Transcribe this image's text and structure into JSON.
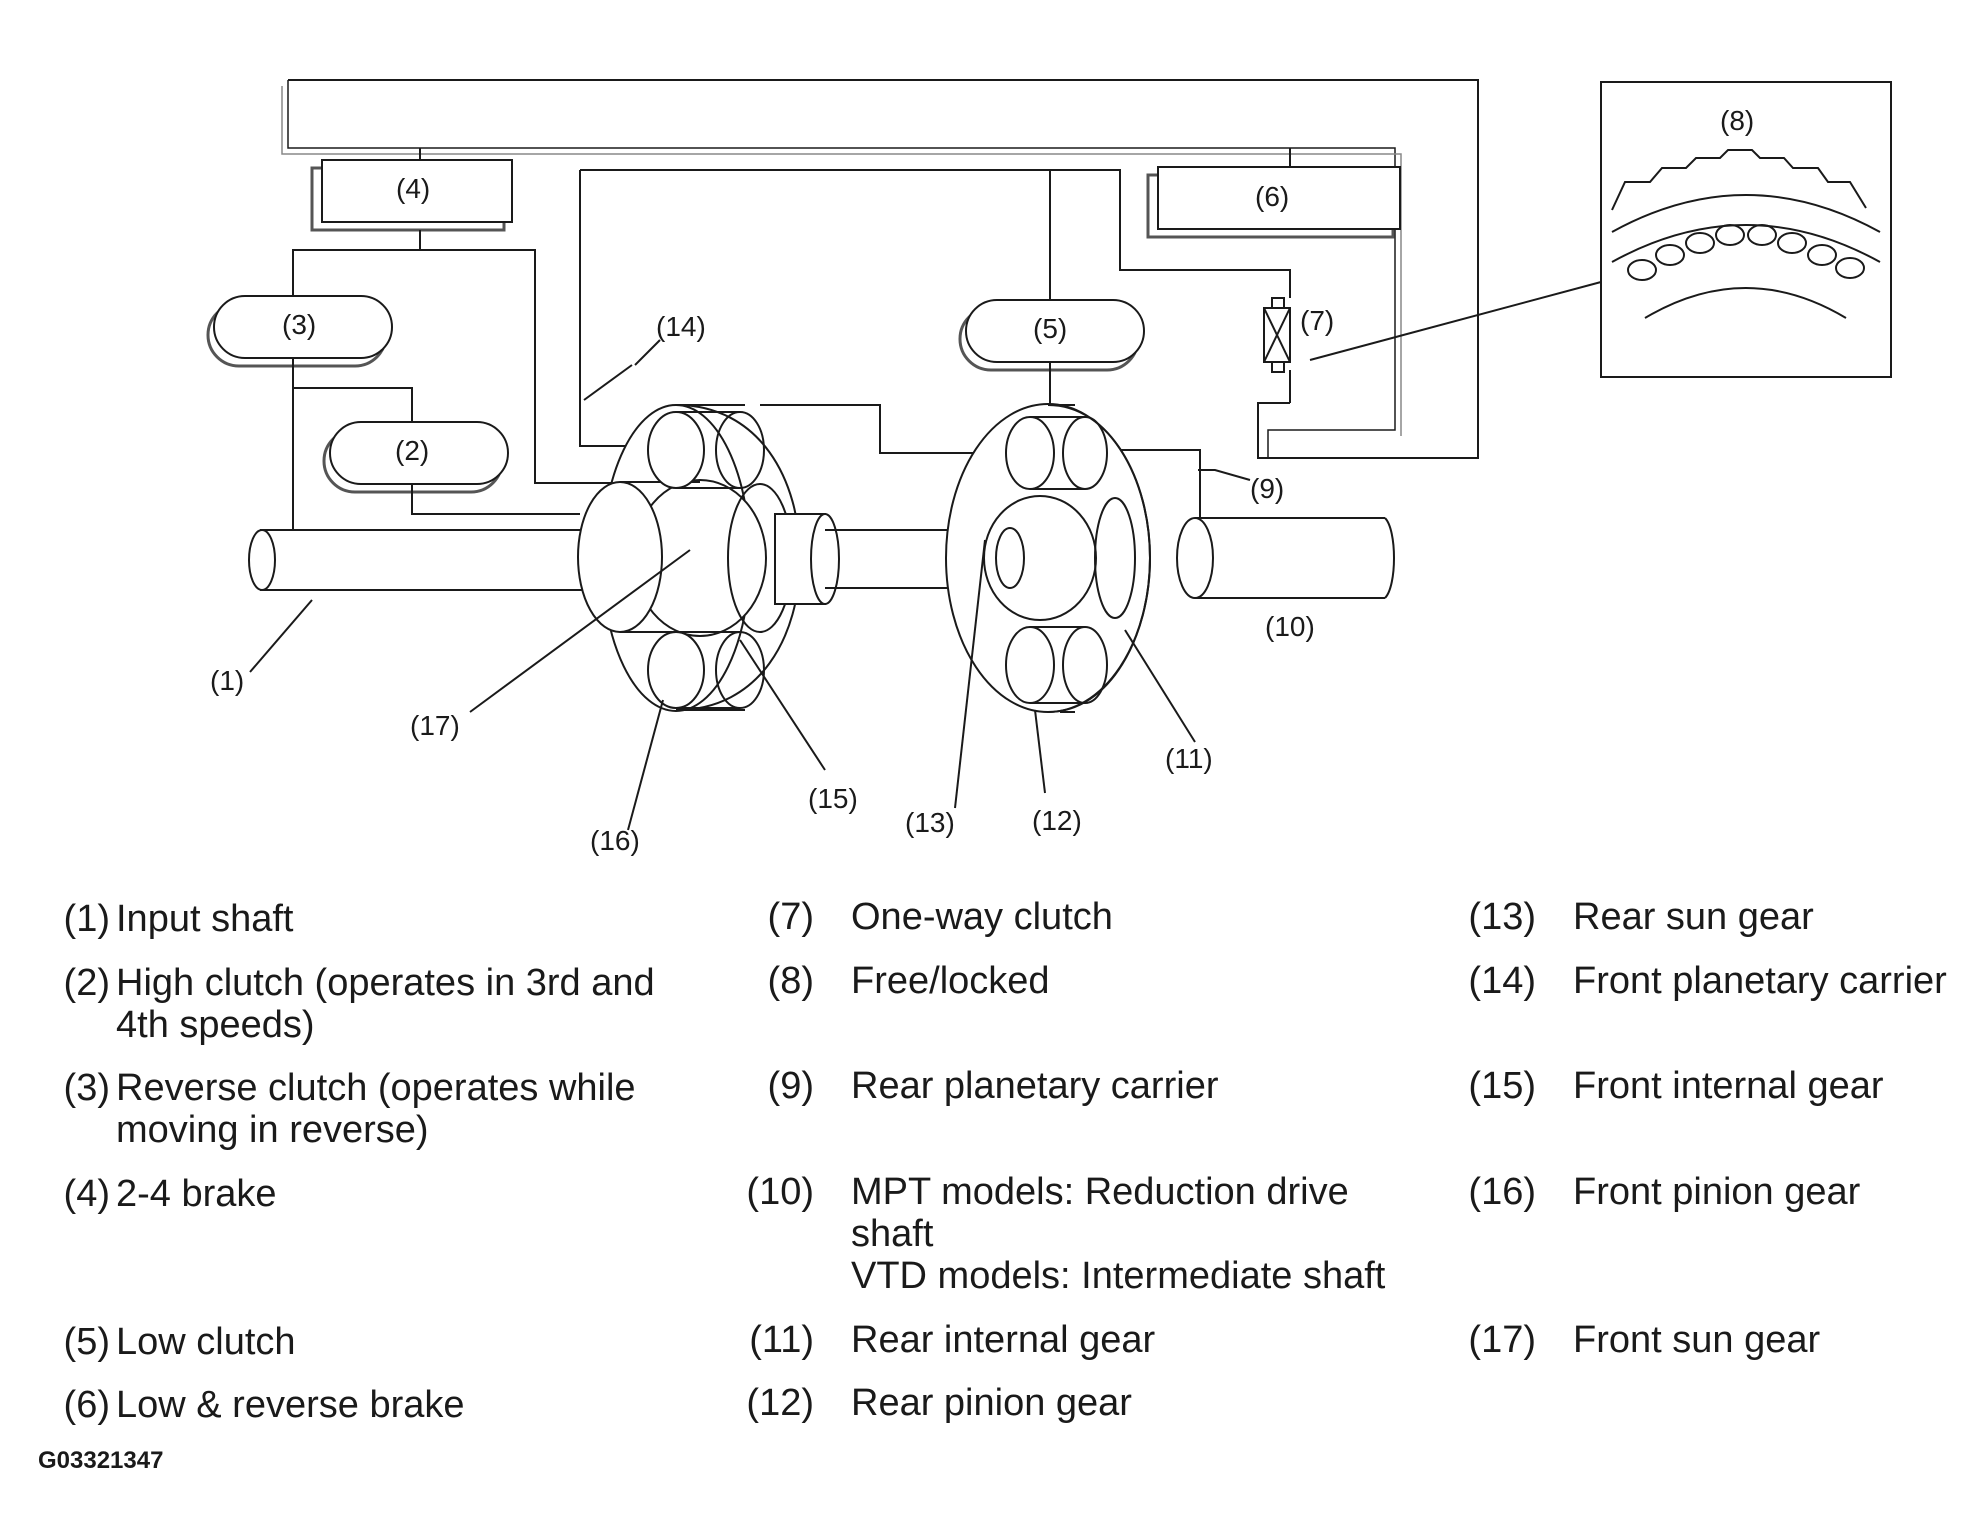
{
  "diagram": {
    "callouts": [
      "(1)",
      "(2)",
      "(3)",
      "(4)",
      "(5)",
      "(6)",
      "(7)",
      "(8)",
      "(9)",
      "(10)",
      "(11)",
      "(12)",
      "(13)",
      "(14)",
      "(15)",
      "(16)",
      "(17)"
    ]
  },
  "legend": [
    {
      "num": "(1)",
      "text": "Input shaft"
    },
    {
      "num": "(2)",
      "text": "High clutch (operates in 3rd and\n4th speeds)"
    },
    {
      "num": "(3)",
      "text": "Reverse clutch (operates while\nmoving in reverse)"
    },
    {
      "num": "(4)",
      "text": "2-4 brake"
    },
    {
      "num": "(5)",
      "text": "Low clutch"
    },
    {
      "num": "(6)",
      "text": "Low & reverse brake"
    },
    {
      "num": "(7)",
      "text": "One-way clutch"
    },
    {
      "num": "(8)",
      "text": "Free/locked"
    },
    {
      "num": "(9)",
      "text": "Rear planetary carrier"
    },
    {
      "num": "(10)",
      "text": "MPT models: Reduction drive\nshaft\nVTD models: Intermediate shaft"
    },
    {
      "num": "(11)",
      "text": "Rear internal gear"
    },
    {
      "num": "(12)",
      "text": "Rear pinion gear"
    },
    {
      "num": "(13)",
      "text": "Rear sun gear"
    },
    {
      "num": "(14)",
      "text": "Front planetary carrier"
    },
    {
      "num": "(15)",
      "text": "Front internal gear"
    },
    {
      "num": "(16)",
      "text": "Front pinion gear"
    },
    {
      "num": "(17)",
      "text": "Front sun gear"
    }
  ],
  "figure_id": "G03321347"
}
